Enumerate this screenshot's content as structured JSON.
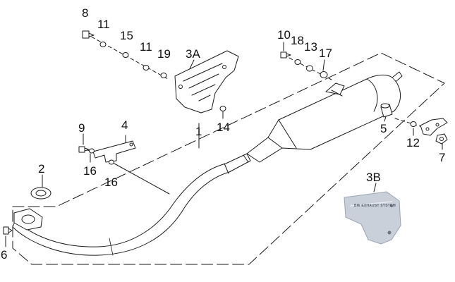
{
  "callouts": {
    "c8": "8",
    "c11a": "11",
    "c15": "15",
    "c11b": "11",
    "c19": "19",
    "c3A": "3A",
    "c10": "10",
    "c18": "18",
    "c13": "13",
    "c17": "17",
    "c9": "9",
    "c4": "4",
    "c1": "1",
    "c14": "14",
    "c5": "5",
    "c12": "12",
    "c7": "7",
    "c2": "2",
    "c16a": "16",
    "c16b": "16",
    "c6": "6",
    "c3B": "3B"
  },
  "heat_shield_3b_text": "BW EXHAUST SYSTEM",
  "colors": {
    "line": "#1a1a1a",
    "part_fill": "#ffffff",
    "shading": "#d9d9d9",
    "heat_shield_3b": "#c9d0da"
  }
}
